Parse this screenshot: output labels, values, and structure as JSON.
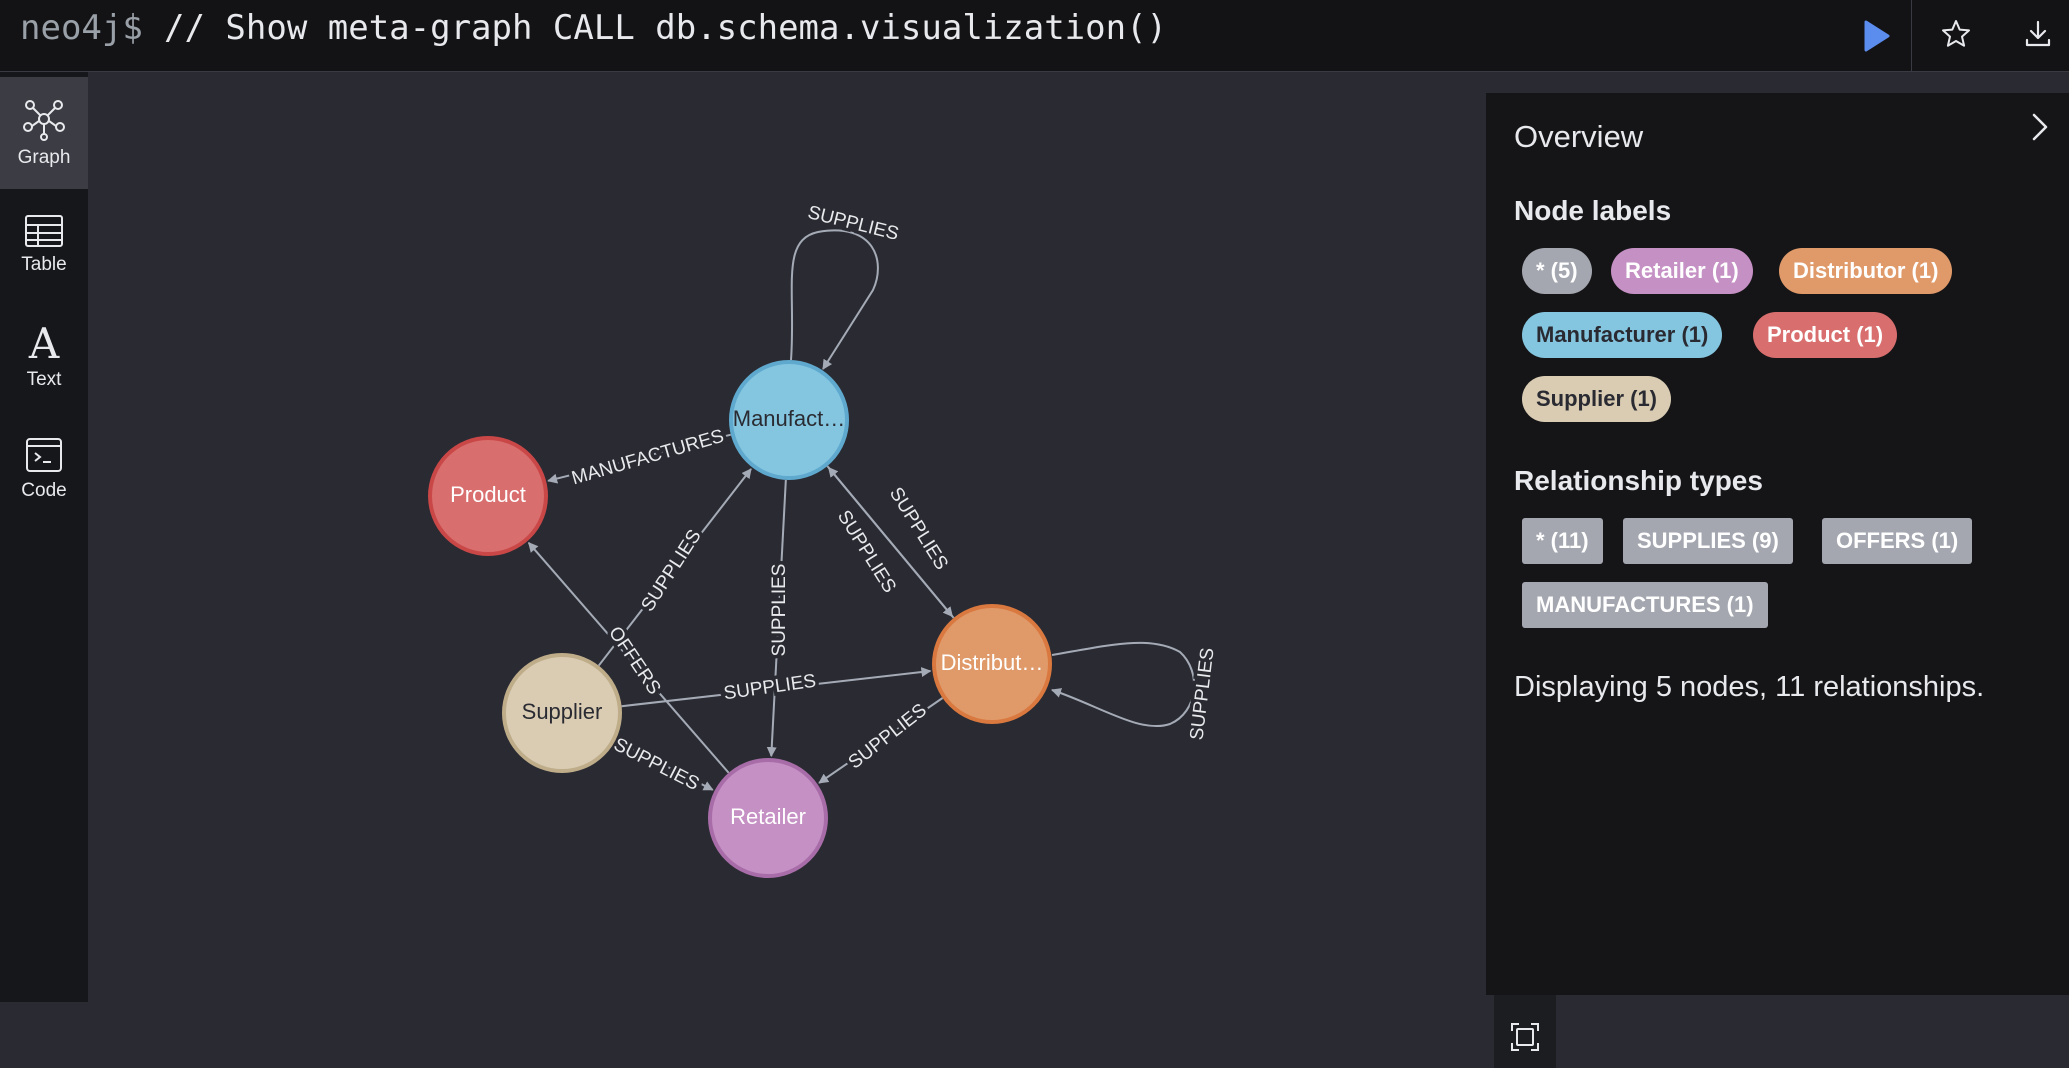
{
  "editor": {
    "prompt": "neo4j$",
    "query": "// Show meta-graph CALL db.schema.visualization()"
  },
  "sidebar": {
    "items": [
      {
        "label": "Graph",
        "icon": "graph-icon",
        "active": true
      },
      {
        "label": "Table",
        "icon": "table-icon",
        "active": false
      },
      {
        "label": "Text",
        "icon": "text-icon",
        "active": false
      },
      {
        "label": "Code",
        "icon": "code-icon",
        "active": false
      }
    ]
  },
  "graph": {
    "nodes": [
      {
        "id": "manufacturer",
        "label": "Manufact…",
        "color": "#84c6e0",
        "border": "#5fa9cf",
        "text_color": "#2a2b32"
      },
      {
        "id": "product",
        "label": "Product",
        "color": "#d96e6e",
        "border": "#c94747",
        "text_color": "#ffffff"
      },
      {
        "id": "supplier",
        "label": "Supplier",
        "color": "#d9ccb3",
        "border": "#bfad8a",
        "text_color": "#2a2b32"
      },
      {
        "id": "retailer",
        "label": "Retailer",
        "color": "#c590c4",
        "border": "#a86da8",
        "text_color": "#ffffff"
      },
      {
        "id": "distributor",
        "label": "Distribut…",
        "color": "#e09a6a",
        "border": "#d9783f",
        "text_color": "#ffffff"
      }
    ],
    "relationships": [
      {
        "type": "SUPPLIES",
        "from": "manufacturer",
        "to": "manufacturer"
      },
      {
        "type": "MANUFACTURES",
        "from": "manufacturer",
        "to": "product"
      },
      {
        "type": "SUPPLIES",
        "from": "supplier",
        "to": "manufacturer"
      },
      {
        "type": "SUPPLIES",
        "from": "manufacturer",
        "to": "retailer"
      },
      {
        "type": "SUPPLIES",
        "from": "manufacturer",
        "to": "distributor"
      },
      {
        "type": "SUPPLIES",
        "from": "distributor",
        "to": "manufacturer"
      },
      {
        "type": "OFFERS",
        "from": "retailer",
        "to": "product"
      },
      {
        "type": "SUPPLIES",
        "from": "supplier",
        "to": "distributor"
      },
      {
        "type": "SUPPLIES",
        "from": "supplier",
        "to": "retailer"
      },
      {
        "type": "SUPPLIES",
        "from": "distributor",
        "to": "retailer"
      },
      {
        "type": "SUPPLIES",
        "from": "distributor",
        "to": "distributor"
      }
    ]
  },
  "overview": {
    "title": "Overview",
    "node_labels_heading": "Node labels",
    "node_labels": [
      {
        "text": "* (5)",
        "bg": "#a4a7b0",
        "fg": "#ffffff"
      },
      {
        "text": "Retailer (1)",
        "bg": "#c590c4",
        "fg": "#ffffff"
      },
      {
        "text": "Distributor (1)",
        "bg": "#e09a6a",
        "fg": "#ffffff"
      },
      {
        "text": "Manufacturer (1)",
        "bg": "#84c6e0",
        "fg": "#2a2b32"
      },
      {
        "text": "Product (1)",
        "bg": "#d96e6e",
        "fg": "#ffffff"
      },
      {
        "text": "Supplier (1)",
        "bg": "#d9ccb3",
        "fg": "#2a2b32"
      }
    ],
    "rel_types_heading": "Relationship types",
    "rel_types": [
      {
        "text": "* (11)"
      },
      {
        "text": "SUPPLIES (9)"
      },
      {
        "text": "OFFERS (1)"
      },
      {
        "text": "MANUFACTURES (1)"
      }
    ],
    "status": "Displaying 5 nodes, 11 relationships."
  }
}
